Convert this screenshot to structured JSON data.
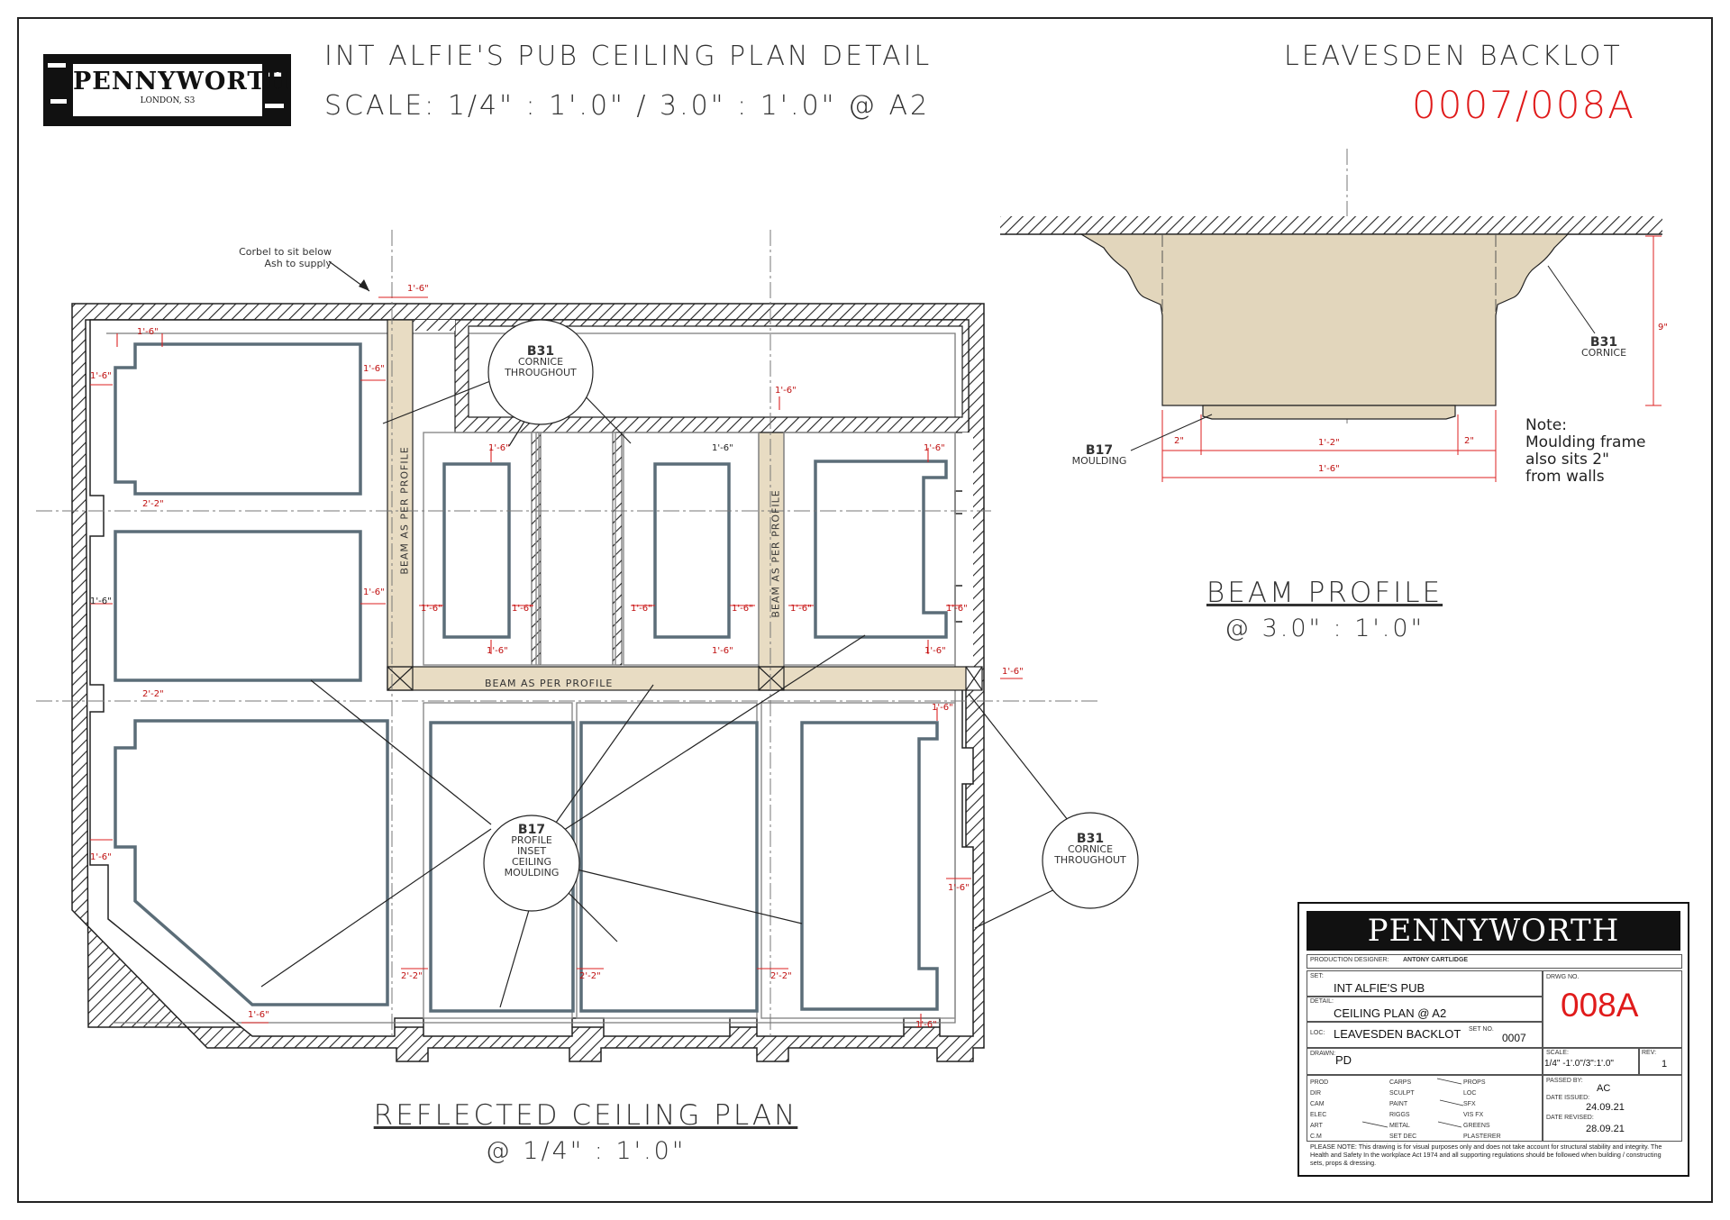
{
  "header": {
    "title": "INT ALFIE'S PUB CEILING PLAN DETAIL",
    "scale": "SCALE: 1/4\" : 1'.0\" / 3.0\" : 1'.0\" @ A2",
    "location": "LEAVESDEN BACKLOT",
    "drawing_code": "0007/008A"
  },
  "logo": {
    "name": "PENNYWORTH",
    "sub": "LONDON, S3"
  },
  "plan": {
    "title": "REFLECTED CEILING PLAN",
    "scale": "@ 1/4\" : 1'.0\"",
    "corbel_note_1": "Corbel to sit below",
    "corbel_note_2": "Ash to supply",
    "beam_label": "BEAM AS PER PROFILE",
    "callout_b31_top": {
      "code": "B31",
      "line1": "CORNICE",
      "line2": "THROUGHOUT"
    },
    "callout_b31_right": {
      "code": "B31",
      "line1": "CORNICE",
      "line2": "THROUGHOUT"
    },
    "callout_b17": {
      "code": "B17",
      "line1": "PROFILE",
      "line2": "INSET",
      "line3": "CEILING",
      "line4": "MOULDING"
    },
    "dims": {
      "d16": "1'-6\"",
      "d22": "2'-2\""
    }
  },
  "profile": {
    "title": "BEAM PROFILE",
    "scale": "@ 3.0\" : 1'.0\"",
    "b31_code": "B31",
    "b31_label": "CORNICE",
    "b17_code": "B17",
    "b17_label": "MOULDING",
    "dim_9": "9\"",
    "dim_2_left": "2\"",
    "dim_2_right": "2\"",
    "dim_12": "1'-2\"",
    "dim_16": "1'-6\"",
    "note": [
      "Note:",
      "Moulding frame",
      "also sits 2\"",
      "from walls"
    ]
  },
  "title_block": {
    "brand": "PENNYWORTH",
    "production_designer_label": "PRODUCTION DESIGNER:",
    "production_designer": "ANTONY CARTLIDGE",
    "set_label": "SET:",
    "set": "INT ALFIE'S PUB",
    "detail_label": "DETAIL:",
    "detail": "CEILING PLAN @ A2",
    "loc_label": "LOC:",
    "loc": "LEAVESDEN BACKLOT",
    "set_no_label": "SET NO.",
    "set_no": "0007",
    "drwg_label": "DRWG NO.",
    "drwg_no": "008A",
    "drawn_label": "DRAWN:",
    "drawn": "PD",
    "scale_label": "SCALE:",
    "scale": "1/4\" -1'.0\"/3\":1'.0\"",
    "rev_label": "REV:",
    "rev": "1",
    "passed_label": "PASSED BY:",
    "passed": "AC",
    "issued_label": "DATE ISSUED:",
    "issued": "24.09.21",
    "revised_label": "DATE REVISED:",
    "revised": "28.09.21",
    "col1": [
      "PROD",
      "DIR",
      "CAM",
      "ELEC",
      "ART",
      "C.M"
    ],
    "col2": [
      "CARPS",
      "SCULPT",
      "PAINT",
      "RIGGS",
      "METAL",
      "SET DEC"
    ],
    "col3": [
      "PROPS",
      "LOC",
      "SFX",
      "VIS FX",
      "GREENS",
      "PLASTERER"
    ],
    "notice": "PLEASE NOTE: This drawing is for visual purposes only and does not take account for structural stability and integrity. The Health and Safety In the workplace Act 1974 and all supporting regulations should be followed when building / constructing sets, props & dressing."
  },
  "colors": {
    "accent_red": "#e01b1b",
    "moulding": "#5b6d78",
    "beam_fill": "#e8dcc3",
    "cornice_fill": "#e2d6bc"
  }
}
